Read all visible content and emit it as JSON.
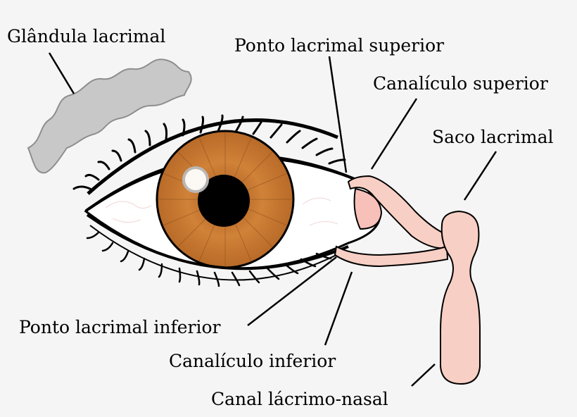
{
  "labels": {
    "glandula": "Glândula lacrimal",
    "ponto_sup": "Ponto lacrimal superior",
    "canaliculo_sup": "Canalículo superior",
    "saco": "Saco lacrimal",
    "ponto_inf": "Ponto lacrimal inferior",
    "canaliculo_inf": "Canalículo inferior",
    "canal": "Canal lácrimo-nasal"
  },
  "colors": {
    "background": "#f5f5f5",
    "iris": "#c8742e",
    "iris_dark": "#8a4a1a",
    "pupil": "#000000",
    "sclera": "#ffffff",
    "duct": "#f8cfc4",
    "gland": "#c8c8c8",
    "caruncle": "#f7c0b8"
  }
}
